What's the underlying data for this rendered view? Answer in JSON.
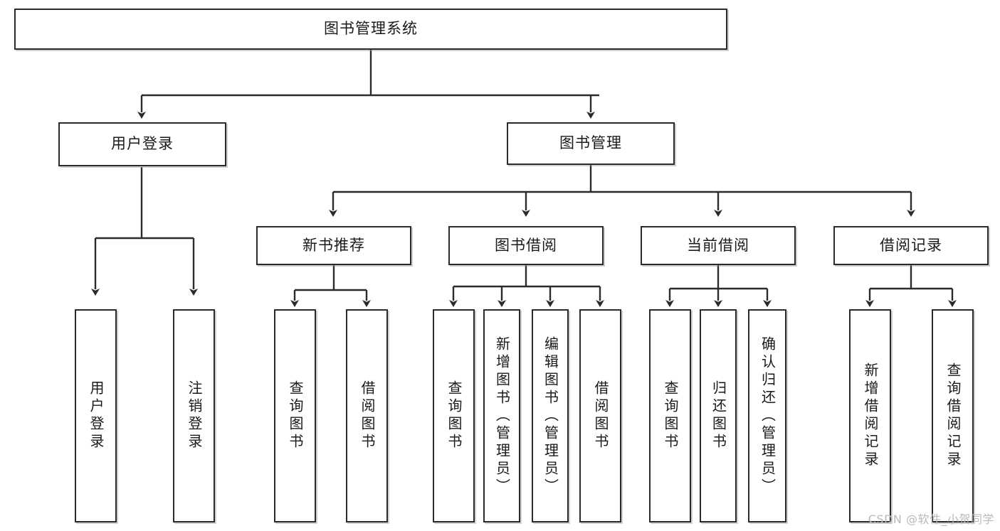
{
  "diagram": {
    "type": "tree",
    "title": "图书管理系统",
    "colors": {
      "box_border": "#2b2b2b",
      "box_fill": "#ffffff",
      "line": "#2b2b2b",
      "text": "#1a1a1a",
      "watermark": "#b9b9b9"
    },
    "root": {
      "label": "图书管理系统"
    },
    "level1": [
      {
        "label": "用户登录"
      },
      {
        "label": "图书管理"
      }
    ],
    "level2": [
      {
        "label": "新书推荐"
      },
      {
        "label": "图书借阅"
      },
      {
        "label": "当前借阅"
      },
      {
        "label": "借阅记录"
      }
    ],
    "leaves": {
      "user_login": [
        {
          "label": "用户登录"
        },
        {
          "label": "注销登录"
        }
      ],
      "new_book_recommend": [
        {
          "label": "查询图书"
        },
        {
          "label": "借阅图书"
        }
      ],
      "book_borrow": [
        {
          "label": "查询图书"
        },
        {
          "label": "新增图书（管理员）"
        },
        {
          "label": "编辑图书（管理员）"
        },
        {
          "label": "借阅图书"
        }
      ],
      "current_borrow": [
        {
          "label": "查询图书"
        },
        {
          "label": "归还图书"
        },
        {
          "label": "确认归还（管理员）"
        }
      ],
      "borrow_record": [
        {
          "label": "新增借阅记录"
        },
        {
          "label": "查询借阅记录"
        }
      ]
    }
  },
  "watermark": {
    "text": "CSDN @软件_小贺同学"
  }
}
